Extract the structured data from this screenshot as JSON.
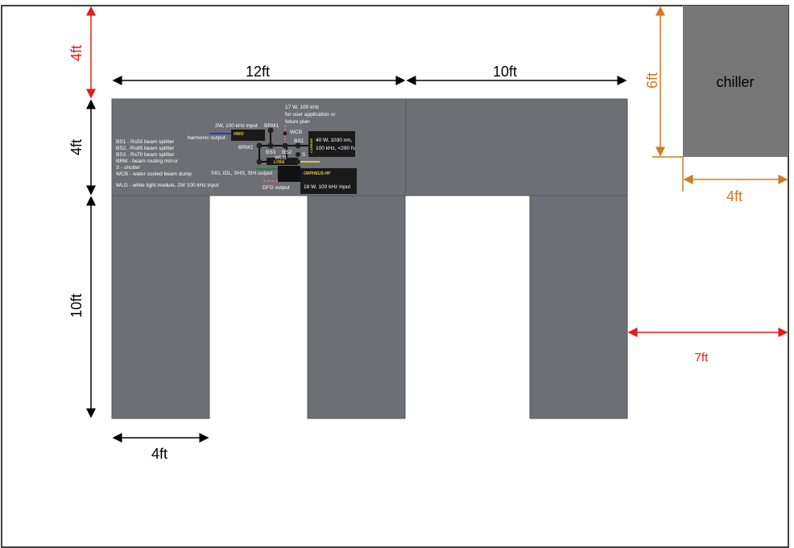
{
  "dimensions": {
    "top_clearance": "4ft",
    "table_left_width": "12ft",
    "table_right_width": "10ft",
    "table_depth": "4ft",
    "leg_length": "10ft",
    "leg_width": "4ft",
    "chiller_depth": "6ft",
    "chiller_width": "4ft",
    "right_clearance": "7ft"
  },
  "chiller": {
    "label": "chiller"
  },
  "legend": [
    "BS1 - Rs50 beam splitter",
    "BS2, -Rs85 beam splitter",
    "BS3 - Rs70 beam splitter",
    "BRM - beam routing mirror",
    "S - shutter",
    "WCB - water cooled beam dump",
    "WLG - white light module, 2W 100 kHz input"
  ],
  "optics": {
    "hiro_input": "2W, 100 kHz input",
    "harmonic_output": "harmonic output",
    "brm1": "BRM1",
    "brm2": "BRM2",
    "bs1": "BS1",
    "bs2": "BS2",
    "bs3": "BS3",
    "wlg": "WLG",
    "s": "S",
    "wcb": "WCB",
    "user_beam": [
      "17 W, 100 kHz",
      "for user application or",
      "future plan"
    ],
    "carbide_spec": [
      "40 W, 1030 nm,",
      "100 kHz, <290 fs"
    ],
    "orpheus_outputs": "SIG, IDL, SHS, SHI output",
    "dfg_output": "DFG output",
    "orpheus_input": "18 W, 100 kHz input",
    "hiro_label": "HIRO",
    "carbide_label": "CARBIDE",
    "lyra_label": "LYRA",
    "orpheus_label": "ORPHEUS-HP"
  },
  "colors": {
    "red": "#e0201c",
    "orange": "#d07a20",
    "table": "#6e6e75",
    "chiller": "#767676"
  }
}
